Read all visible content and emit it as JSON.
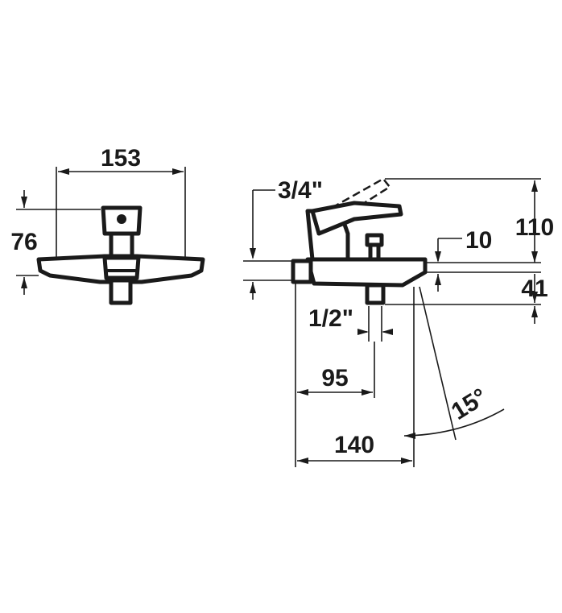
{
  "front_view": {
    "width_label": "153",
    "height_label": "76"
  },
  "side_view": {
    "inlet_label": "3/4\"",
    "total_height_label": "110",
    "spout_gap_label": "10",
    "base_height_label": "41",
    "outlet_label": "1/2\"",
    "outlet_distance_label": "95",
    "depth_label": "140",
    "angle_label": "15°"
  }
}
